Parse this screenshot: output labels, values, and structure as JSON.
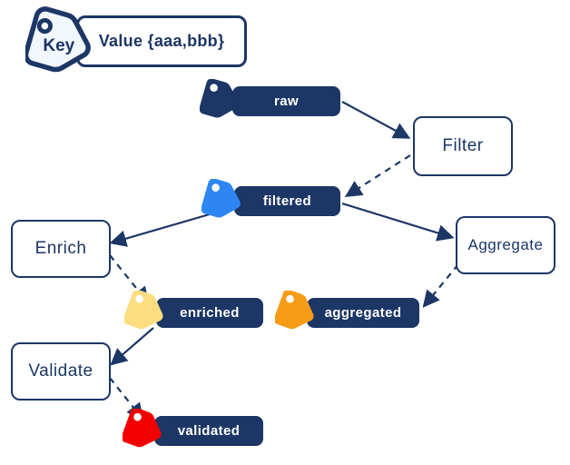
{
  "colors": {
    "navy": "#1c3666",
    "blue": "#2e86f2",
    "yellow": "#fcdd80",
    "orange": "#f89b17",
    "red": "#f20000",
    "background": "#ffffff",
    "legend_tag_fill": "#f2f7fd"
  },
  "legend": {
    "key_label": "Key",
    "value_label": "Value {aaa,bbb}"
  },
  "tags": {
    "raw": {
      "label": "raw",
      "color": "#1c3666"
    },
    "filtered": {
      "label": "filtered",
      "color": "#2e86f2"
    },
    "enriched": {
      "label": "enriched",
      "color": "#fcdd80"
    },
    "aggregated": {
      "label": "aggregated",
      "color": "#f89b17"
    },
    "validated": {
      "label": "validated",
      "color": "#f20000"
    }
  },
  "processes": {
    "filter": {
      "label": "Filter"
    },
    "enrich": {
      "label": "Enrich"
    },
    "aggregate": {
      "label": "Aggregate"
    },
    "validate": {
      "label": "Validate"
    }
  },
  "edges": [
    {
      "from": "raw",
      "to": "Filter",
      "style": "solid"
    },
    {
      "from": "Filter",
      "to": "filtered",
      "style": "dashed"
    },
    {
      "from": "filtered",
      "to": "Enrich",
      "style": "solid"
    },
    {
      "from": "filtered",
      "to": "Aggregate",
      "style": "solid"
    },
    {
      "from": "Enrich",
      "to": "enriched",
      "style": "dashed"
    },
    {
      "from": "Aggregate",
      "to": "aggregated",
      "style": "dashed"
    },
    {
      "from": "enriched",
      "to": "Validate",
      "style": "solid"
    },
    {
      "from": "Validate",
      "to": "validated",
      "style": "dashed"
    }
  ]
}
